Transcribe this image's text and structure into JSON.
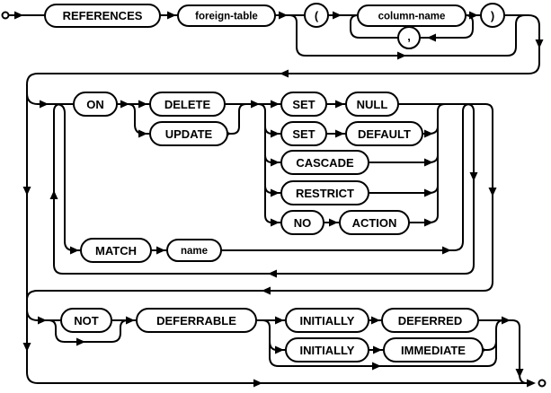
{
  "diagram": {
    "kind": "railroad-syntax-diagram",
    "colors": {
      "line": "#000000",
      "box_fill": "#ffffff",
      "text": "#000000",
      "background": "#ffffff"
    },
    "nodes": {
      "references": {
        "label": "REFERENCES",
        "type": "keyword"
      },
      "foreign_table": {
        "label": "foreign-table",
        "type": "nonterminal"
      },
      "lparen": {
        "label": "(",
        "type": "punctuation"
      },
      "column_name": {
        "label": "column-name",
        "type": "nonterminal"
      },
      "comma": {
        "label": ",",
        "type": "punctuation"
      },
      "rparen": {
        "label": ")",
        "type": "punctuation"
      },
      "on": {
        "label": "ON",
        "type": "keyword"
      },
      "delete": {
        "label": "DELETE",
        "type": "keyword"
      },
      "update": {
        "label": "UPDATE",
        "type": "keyword"
      },
      "set": {
        "label": "SET",
        "type": "keyword"
      },
      "null": {
        "label": "NULL",
        "type": "keyword"
      },
      "default": {
        "label": "DEFAULT",
        "type": "keyword"
      },
      "cascade": {
        "label": "CASCADE",
        "type": "keyword"
      },
      "restrict": {
        "label": "RESTRICT",
        "type": "keyword"
      },
      "no": {
        "label": "NO",
        "type": "keyword"
      },
      "action": {
        "label": "ACTION",
        "type": "keyword"
      },
      "match": {
        "label": "MATCH",
        "type": "keyword"
      },
      "name": {
        "label": "name",
        "type": "nonterminal"
      },
      "not": {
        "label": "NOT",
        "type": "keyword"
      },
      "deferrable": {
        "label": "DEFERRABLE",
        "type": "keyword"
      },
      "initially": {
        "label": "INITIALLY",
        "type": "keyword"
      },
      "deferred": {
        "label": "DEFERRED",
        "type": "keyword"
      },
      "immediate": {
        "label": "IMMEDIATE",
        "type": "keyword"
      }
    }
  }
}
